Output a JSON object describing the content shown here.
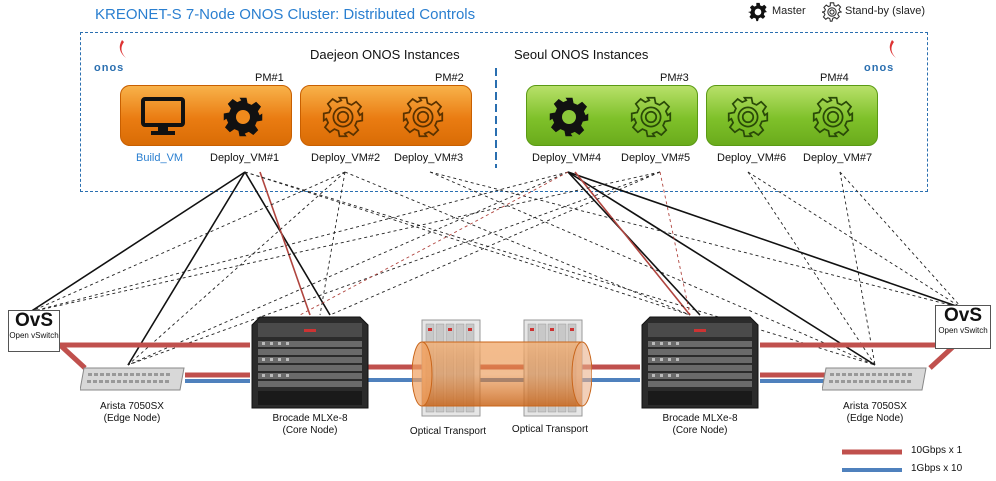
{
  "title": "KREONET-S 7-Node ONOS Cluster: Distributed Controls",
  "legend_top": {
    "master": "Master",
    "standby": "Stand-by (slave)"
  },
  "logos": {
    "onos": "onos",
    "ovs_big": "OvS",
    "ovs_small": "Open vSwitch"
  },
  "groups": {
    "daejeon": "Daejeon ONOS Instances",
    "seoul": "Seoul ONOS Instances"
  },
  "pms": [
    "PM#1",
    "PM#2",
    "PM#3",
    "PM#4"
  ],
  "vms": [
    "Build_VM",
    "Deploy_VM#1",
    "Deploy_VM#2",
    "Deploy_VM#3",
    "Deploy_VM#4",
    "Deploy_VM#5",
    "Deploy_VM#6",
    "Deploy_VM#7"
  ],
  "devices": {
    "arista_left": [
      "Arista 7050SX",
      "(Edge Node)"
    ],
    "brocade_left": [
      "Brocade MLXe-8",
      "(Core Node)"
    ],
    "optical_left": "Optical Transport",
    "optical_right": "Optical Transport",
    "brocade_right": [
      "Brocade MLXe-8",
      "(Core Node)"
    ],
    "arista_right": [
      "Arista 7050SX",
      "(Edge Node)"
    ]
  },
  "legend_bottom": {
    "red": "10Gbps x 1",
    "blue": "1Gbps x 10"
  },
  "colors": {
    "accent": "#2a7fd0",
    "red_link": "#c0504d",
    "blue_link": "#4f81bd",
    "orange": "#ea7c12",
    "green": "#7fc12a"
  }
}
